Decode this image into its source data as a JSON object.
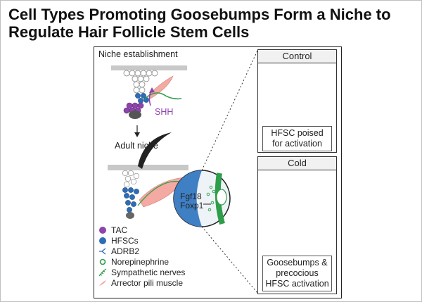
{
  "title": "Cell Types Promoting Goosebumps Form a Niche to Regulate Hair Follicle Stem Cells",
  "labels": {
    "niche_establishment": "Niche establishment",
    "shh": "SHH",
    "adult_niche": "Adult niche",
    "fgf18": "Fgf18",
    "foxp1": "Foxp1"
  },
  "panels": {
    "control": {
      "header": "Control",
      "caption_line1": "HFSC poised",
      "caption_line2": "for activation"
    },
    "cold": {
      "header": "Cold",
      "caption_line1": "Goosebumps &",
      "caption_line2": "precocious",
      "caption_line3": "HFSC activation"
    }
  },
  "legend": [
    {
      "label": "TAC",
      "icon": "purple-dot-icon"
    },
    {
      "label": "HFSCs",
      "icon": "blue-dot-icon"
    },
    {
      "label": "ADRB2",
      "icon": "receptor-icon"
    },
    {
      "label": "Norepinephrine",
      "icon": "green-ring-icon"
    },
    {
      "label": "Sympathetic nerves",
      "icon": "nerve-icon"
    },
    {
      "label": "Arrector pili muscle",
      "icon": "muscle-icon"
    }
  ],
  "colors": {
    "tac": "#8e44ad",
    "hfsc": "#2e6db5",
    "nerve": "#2e9e4a",
    "muscle": "#f4a9a3",
    "epidermis": "#c8c8c8"
  }
}
